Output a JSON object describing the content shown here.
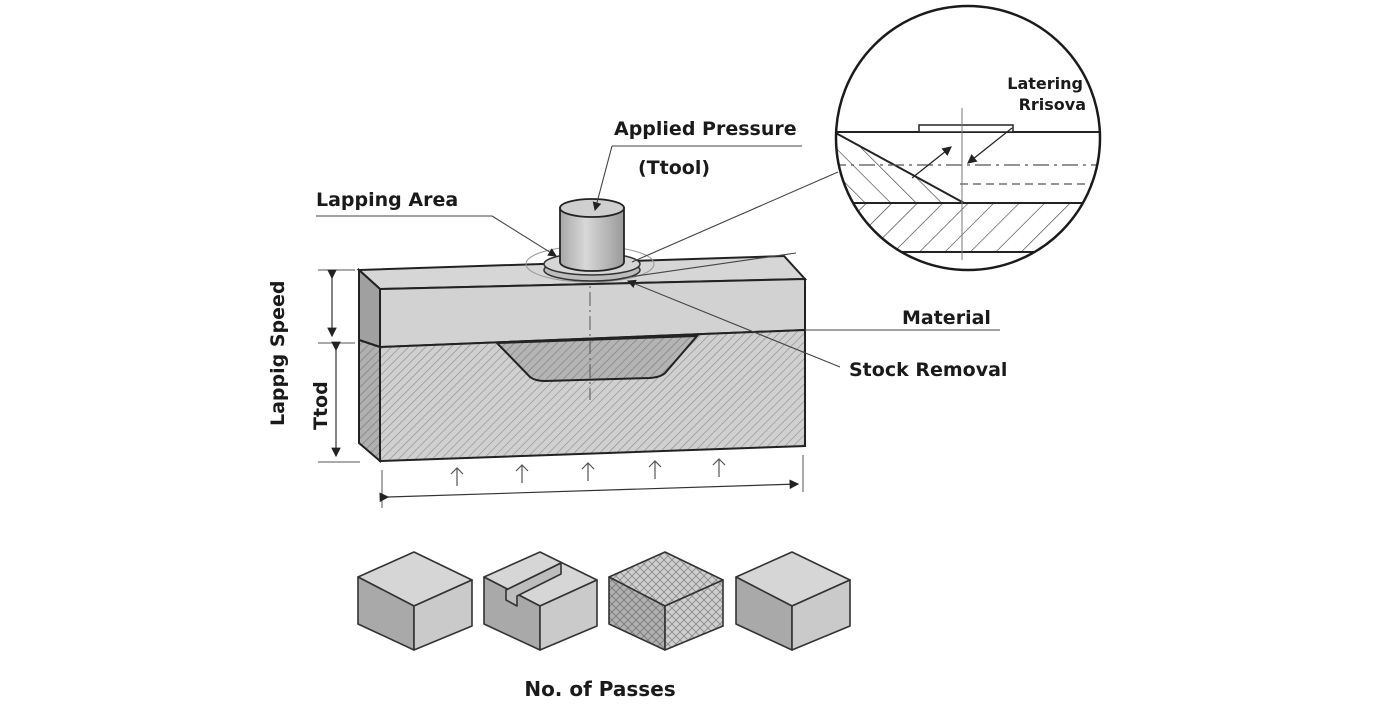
{
  "diagram": {
    "type": "technical-illustration",
    "subject": "Lapping process",
    "labels": {
      "applied_pressure": "Applied Pressure",
      "ttool": "(Ttool)",
      "lapping_area": "Lapping Area",
      "material": "Material",
      "stock_removal": "Stock Removal",
      "lapping_speed": "Lappig Speed",
      "ttod": "Ttod",
      "detail_line1": "Latering",
      "detail_line2": "Rrisova",
      "passes": "No. of Passes"
    },
    "passes_blocks": [
      {
        "state": "plain"
      },
      {
        "state": "slotted"
      },
      {
        "state": "crosshatched"
      },
      {
        "state": "plain"
      }
    ],
    "colors": {
      "stroke": "#2a2a2a",
      "block_top": "#d4d4d4",
      "block_front": "#cccccc",
      "block_side": "#a8a8a8",
      "hatch": "#8a8a8a",
      "background": "#ffffff"
    }
  }
}
